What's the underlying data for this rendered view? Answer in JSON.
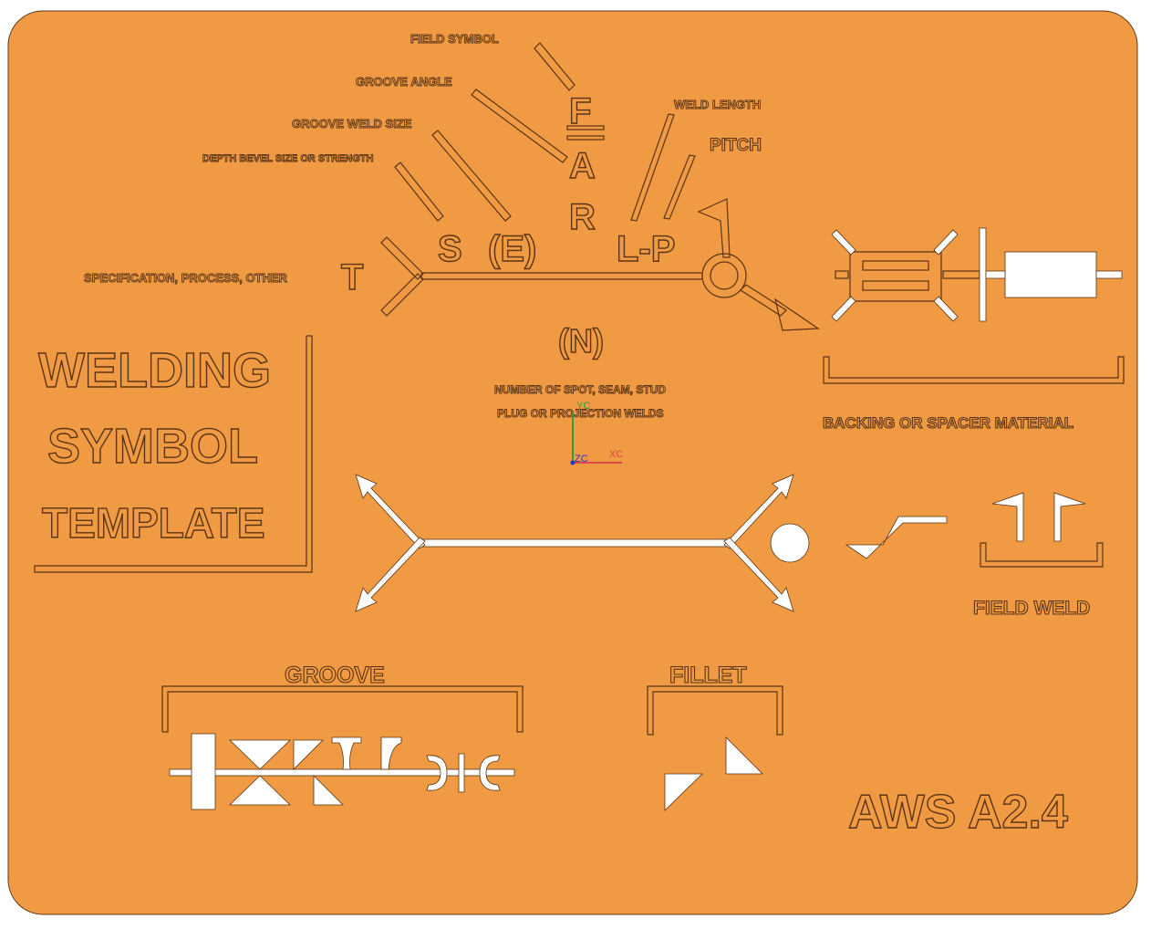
{
  "template": {
    "title_lines": [
      "WELDING",
      "SYMBOL",
      "TEMPLATE"
    ],
    "standard": "AWS A2.4"
  },
  "callouts": {
    "field_symbol": "FIELD SYMBOL",
    "groove_angle": "GROOVE ANGLE",
    "groove_weld_size": "GROOVE WELD SIZE",
    "depth_bevel": "DEPTH BEVEL SIZE OR STRENGTH",
    "weld_length": "WELD LENGTH",
    "pitch": "PITCH",
    "specification": "SPECIFICATION, PROCESS, OTHER",
    "spot_welds_line1": "NUMBER OF SPOT, SEAM, STUD",
    "spot_welds_line2": "PLUG OR PROJECTION WELDS",
    "backing": "BACKING OR SPACER MATERIAL"
  },
  "symbol_letters": {
    "f": "F",
    "a": "A",
    "r": "R",
    "s": "S",
    "e": "(E)",
    "t": "T",
    "lp": "L-P",
    "n": "(N)"
  },
  "sections": {
    "groove": "GROOVE",
    "fillet": "FILLET",
    "field_weld": "FIELD WELD"
  },
  "axes": {
    "yc": "YC",
    "xc": "XC",
    "zc": "ZC"
  },
  "colors": {
    "plate": "#f09a44",
    "cutout": "#ffffff",
    "engraving": "#5a3414"
  }
}
